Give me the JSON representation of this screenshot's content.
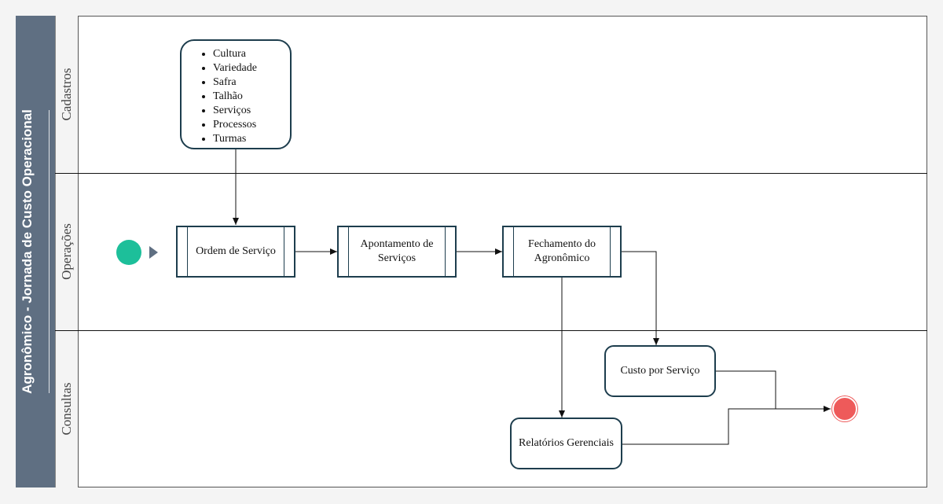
{
  "pool": {
    "title": "Agronômico - Jornada de Custo Operacional"
  },
  "lanes": [
    "Cadastros",
    "Operações",
    "Consultas"
  ],
  "cadastros_list": [
    "Cultura",
    "Variedade",
    "Safra",
    "Talhão",
    "Serviços",
    "Processos",
    "Turmas"
  ],
  "nodes": {
    "ordem": "Ordem de Serviço",
    "apontamento": "Apontamento de Serviços",
    "fechamento": "Fechamento do Agronômico",
    "custo": "Custo por Serviço",
    "relatorios": "Relatórios Gerenciais"
  },
  "colors": {
    "pool_header": "#5f6f82",
    "node_border": "#1d3d4d",
    "start_event": "#1dbf9a",
    "end_event": "#ee5a5a"
  }
}
